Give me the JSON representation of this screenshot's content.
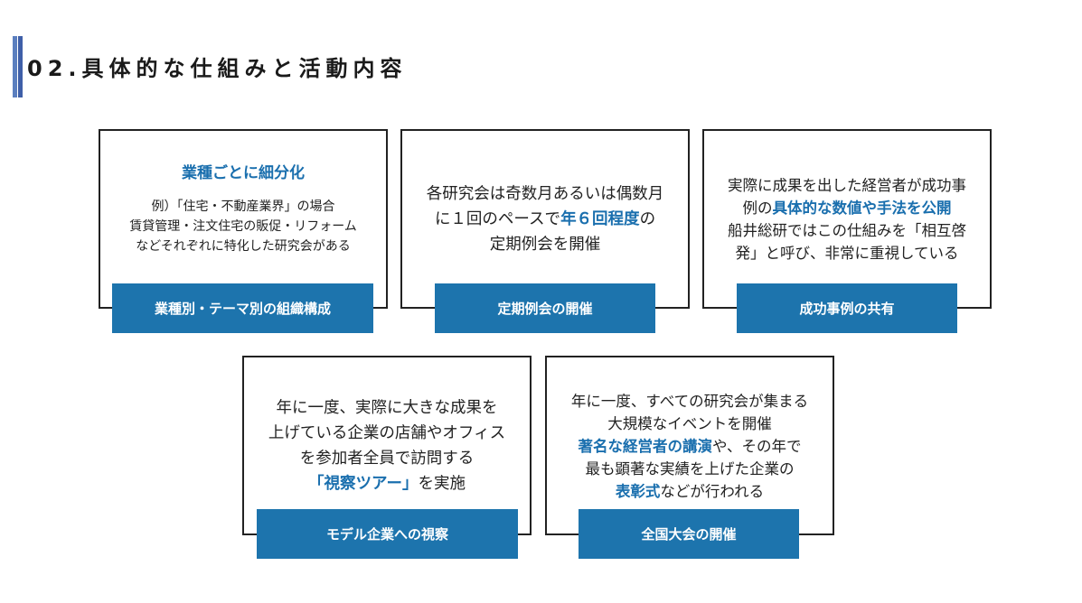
{
  "title": "02.具体的な仕組みと活動内容",
  "cards": [
    {
      "heading": "業種ごとに細分化",
      "lines": [
        "例）「住宅・不動産業界」の場合",
        "賃貸管理・注文住宅の販促・リフォーム",
        "などそれぞれに特化した研究会がある"
      ],
      "label": "業種別・テーマ別の組織構成"
    },
    {
      "line1": "各研究会は奇数月あるいは偶数月",
      "line2_pre": "に１回のペースで",
      "line2_hl": "年６回程度",
      "line2_post": "の",
      "line3": "定期例会を開催",
      "label": "定期例会の開催"
    },
    {
      "line1": "実際に成果を出した経営者が成功事",
      "line2_pre": "例の",
      "line2_hl": "具体的な数値や手法を公開",
      "line3": "船井総研ではこの仕組みを「相互啓",
      "line4": "発」と呼び、非常に重視している",
      "label": "成功事例の共有"
    },
    {
      "line1": "年に一度、実際に大きな成果を",
      "line2": "上げている企業の店舗やオフィス",
      "line3": "を参加者全員で訪問する",
      "line4_hl": "「視察ツアー」",
      "line4_post": "を実施",
      "label": "モデル企業への視察"
    },
    {
      "line1": "年に一度、すべての研究会が集まる",
      "line2": "大規模なイベントを開催",
      "line3_hl": "著名な経営者の講演",
      "line3_post": "や、その年で",
      "line4": "最も顕著な実績を上げた企業の",
      "line5_hl": "表彰式",
      "line5_post": "などが行われる",
      "label": "全国大会の開催"
    }
  ]
}
